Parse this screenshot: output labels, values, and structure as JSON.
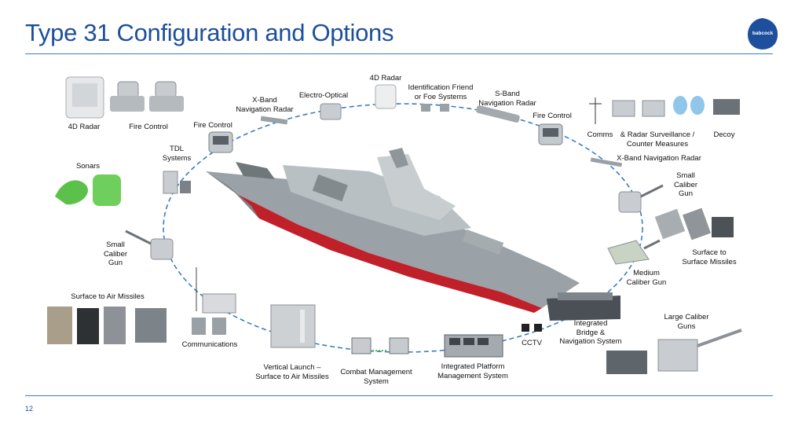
{
  "page": {
    "title": "Type 31 Configuration and Options",
    "page_number": "12",
    "logo_text": "babcock",
    "brand_color": "#1d4f9c"
  },
  "labels": {
    "radar_4d_left": "4D Radar",
    "fire_control_left": "Fire Control",
    "fire_control_top_left": "Fire Control",
    "tdl_systems": "TDL\nSystems",
    "sonars": "Sonars",
    "small_caliber_gun_left": "Small\nCaliber\nGun",
    "surface_to_air_missiles": "Surface to Air Missiles",
    "communications": "Communications",
    "vertical_launch": "Vertical Launch –\nSurface to Air Missiles",
    "combat_management_system": "Combat Management\nSystem",
    "integrated_platform_management": "Integrated Platform\nManagement System",
    "cctv": "CCTV",
    "integrated_bridge": "Integrated\nBridge &\nNavigation System",
    "large_caliber_guns": "Large Caliber\nGuns",
    "medium_caliber_gun": "Medium\nCaliber Gun",
    "surface_to_surface_missiles": "Surface to\nSurface Missiles",
    "small_caliber_gun_right": "Small\nCaliber\nGun",
    "x_band_nav_radar_right": "X-Band Navigation Radar",
    "comms": "Comms",
    "radar_surveillance": "& Radar Surveillance /\nCounter Measures",
    "decoy": "Decoy",
    "fire_control_right": "Fire Control",
    "s_band_nav_radar": "S-Band\nNavigation Radar",
    "iff": "Identification Friend\nor Foe Systems",
    "radar_4d_top": "4D Radar",
    "electro_optical": "Electro-Optical",
    "x_band_nav_radar_top": "X-Band\nNavigation Radar"
  },
  "colors": {
    "ring": "#3a7dc4",
    "ship_hull": "#8f979c",
    "ship_red": "#c0202a",
    "sonar_green": "#5cc14a",
    "decoy_blue": "#8fc6ea"
  }
}
